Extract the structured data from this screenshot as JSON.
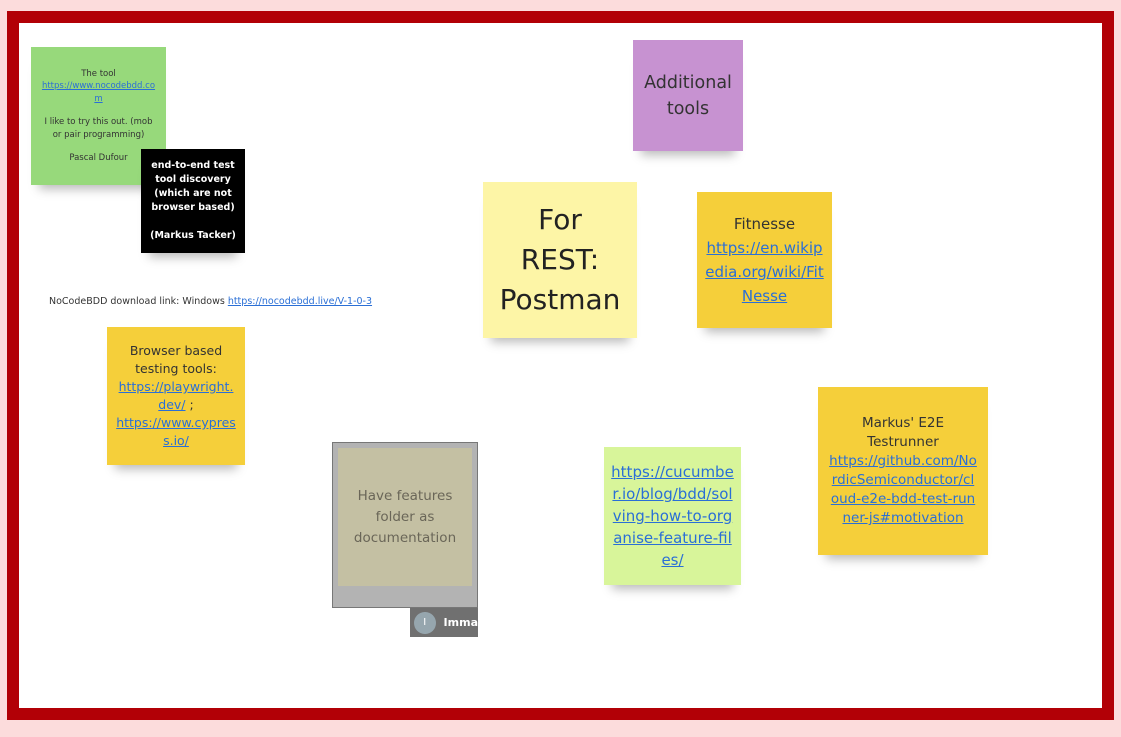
{
  "colors": {
    "frame": "#b20006",
    "page_background": "#fcdcdc",
    "board_background": "#ffffff",
    "link": "#2a6fd6",
    "green_note": "#97d97b",
    "purple_note": "#c792d1",
    "yellow_note": "#f5cf3a",
    "pale_yellow_note": "#fdf5a6",
    "lime_note": "#d8f59a",
    "grey_note": "#c4c0a3"
  },
  "notes": {
    "tool": {
      "line1": "The tool",
      "link": "https://www.nocodebdd.com",
      "line2": "I like  to try this out. (mob or pair programming)",
      "line3": "Pascal Dufour"
    },
    "discovery": {
      "line1": "end-to-end test tool discovery (which are not browser based)",
      "line2": "(Markus Tacker)"
    },
    "additional": {
      "text": "Additional tools"
    },
    "rest": {
      "line1": "For",
      "line2": "REST:",
      "line3": "Postman"
    },
    "fitnesse": {
      "line1": "Fitnesse",
      "link": "https://en.wikipedia.org/wiki/FitNesse"
    },
    "browser": {
      "line1": "Browser based testing tools:",
      "link1": "https://playwright.dev/",
      "sep": " ;",
      "link2": "https://www.cypress.io/"
    },
    "features": {
      "text": "Have features folder as documentation",
      "author": "Imma",
      "avatar_initial": "I"
    },
    "cucumber": {
      "link": "https://cucumber.io/blog/bdd/solving-how-to-organise-feature-files/"
    },
    "markus": {
      "line1": "Markus' E2E Testrunner",
      "link": "https://github.com/NordicSemiconductor/cloud-e2e-bdd-test-runner-js#motivation"
    }
  },
  "download": {
    "label": "NoCodeBDD download link: Windows ",
    "link": "https://nocodebdd.live/V-1-0-3"
  }
}
